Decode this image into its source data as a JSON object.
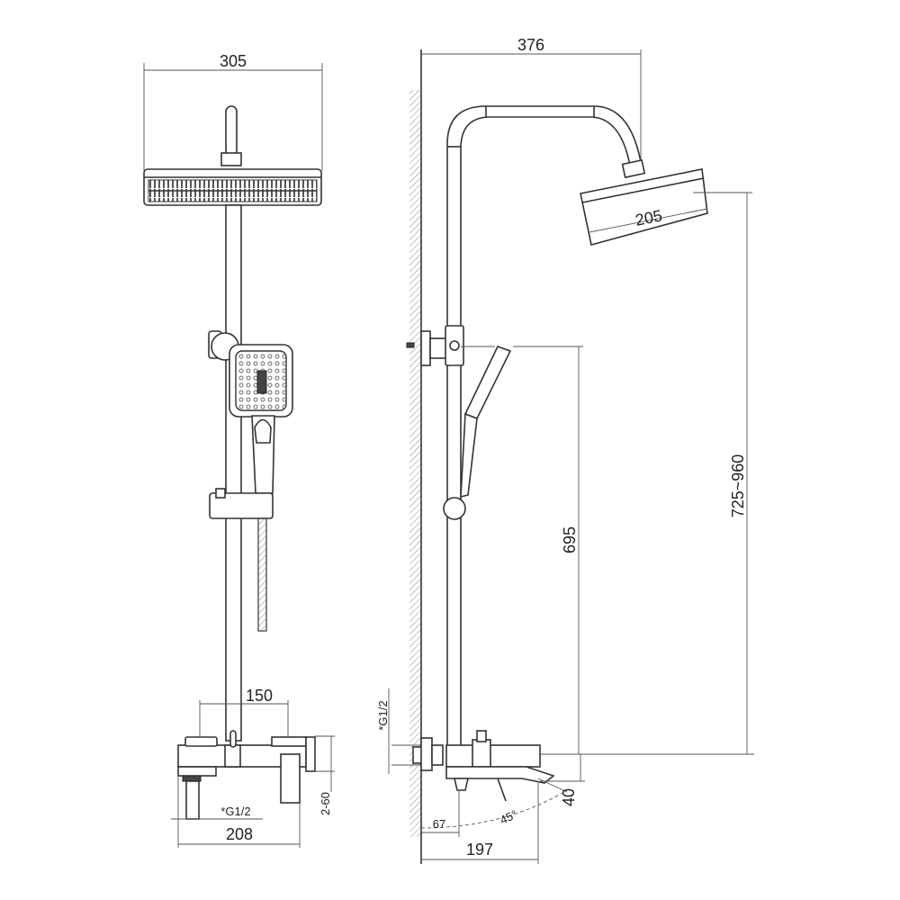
{
  "dimensions": {
    "head_width_front": "305",
    "overall_projection": "376",
    "head_depth_side": "205",
    "height_range": "725~960",
    "handshower_height": "695",
    "inlet_centers": "150",
    "inlet_thread_front": "*G1/2",
    "mixer_width": "208",
    "eccentric_adjust": "2-60",
    "inlet_thread_side": "*G1/2",
    "spout_offset": "67",
    "spout_angle": "45°",
    "spout_height": "40",
    "spout_projection": "197"
  },
  "colors": {
    "line": "#333333",
    "background": "#ffffff"
  }
}
